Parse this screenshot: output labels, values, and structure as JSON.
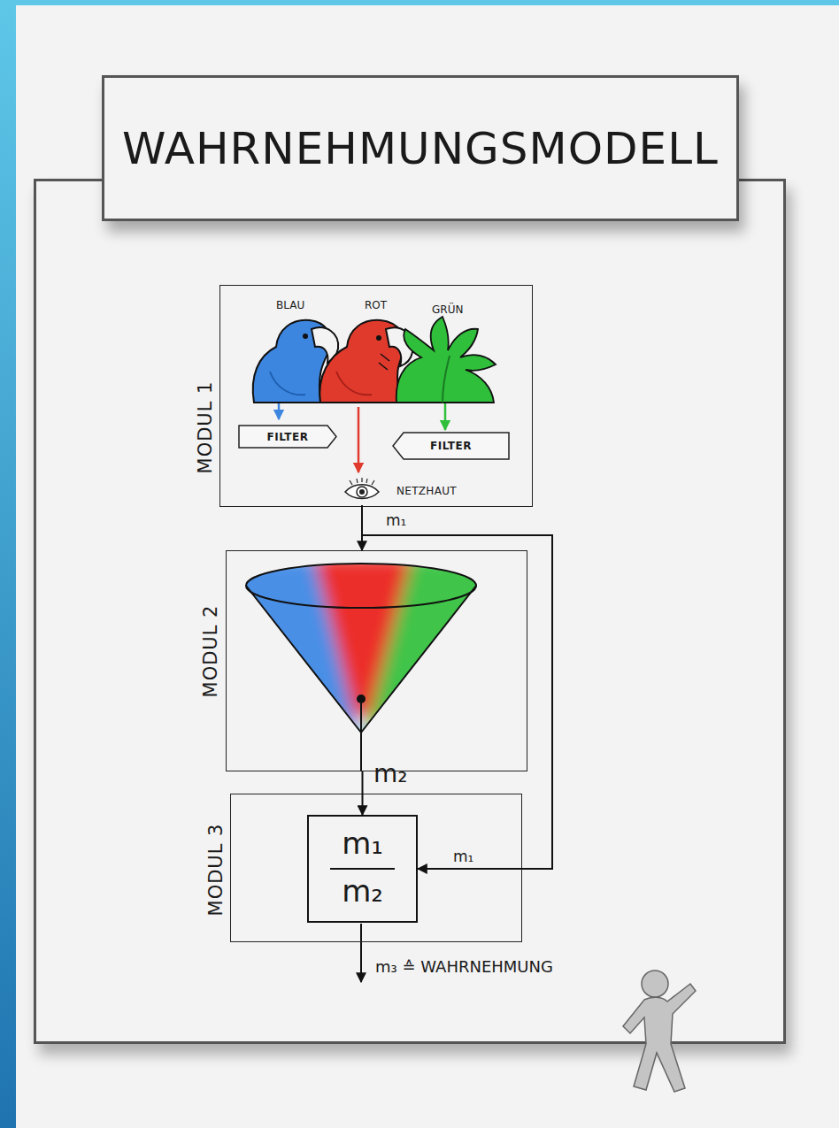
{
  "diagram": {
    "title": "WAHRNEHMUNGSMODELL",
    "nodes": [
      {
        "text": [
          "MODUL 1"
        ]
      },
      {
        "text": [
          "FILTER"
        ],
        "in": 0
      },
      {
        "text": [
          "FILTER"
        ],
        "in": 0
      },
      {
        "text": [
          "NETZHAUT"
        ],
        "in": 0
      },
      {
        "text": [
          "MODUL 2"
        ]
      },
      {
        "text": [
          "MODUL 3"
        ]
      },
      {
        "text": [
          "m₁",
          "m₂"
        ],
        "in": 5
      }
    ],
    "edges": [
      {
        "from": 3,
        "to": 4,
        "arrow": "to",
        "label": "m₁"
      },
      {
        "from": 3,
        "to": 6,
        "arrow": "to",
        "label": "m₁"
      },
      {
        "from": 4,
        "to": 6,
        "arrow": "to",
        "label": "m₂"
      }
    ],
    "labels": [
      "BLAU",
      "ROT",
      "GRÜN",
      "m₃ ≙ WAHRNEHMUNG"
    ]
  }
}
